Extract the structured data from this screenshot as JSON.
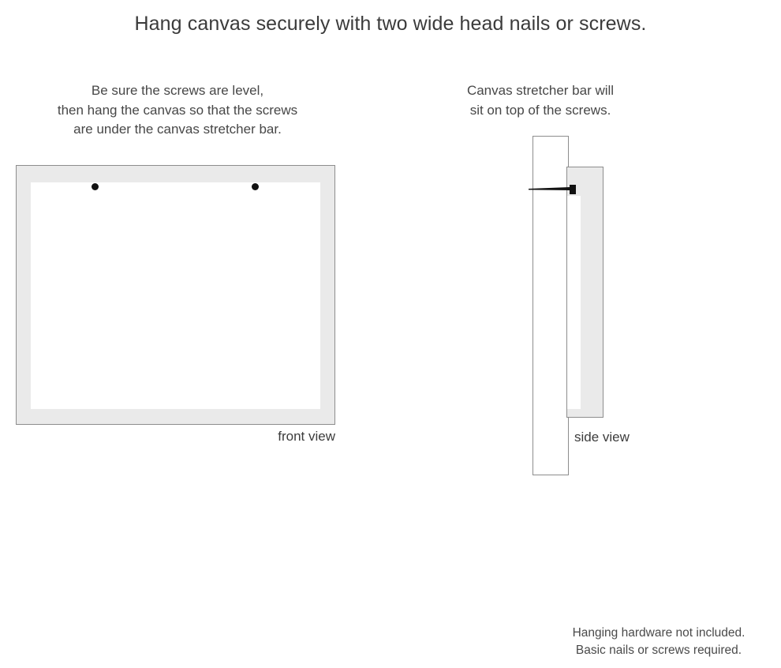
{
  "headline": "Hang canvas securely with two wide head nails or screws.",
  "captions": {
    "left": "Be sure the screws are level,\nthen hang the canvas so that the screws\nare under the canvas stretcher bar.",
    "right": "Canvas stretcher bar will\nsit on top of the screws."
  },
  "front_view": {
    "label": "front view",
    "frame_color": "#eaeaea",
    "canvas_color": "#ffffff",
    "outline_color": "#8d8d8d",
    "screws": [
      {
        "name": "left-screw",
        "color": "#111111"
      },
      {
        "name": "right-screw",
        "color": "#111111"
      }
    ]
  },
  "side_view": {
    "label": "side view",
    "wall_color": "#ffffff",
    "stretcher_bar_color": "#eaeaea",
    "canvas_face_color": "#ffffff",
    "outline_color": "#8d8d8d",
    "nail_color": "#111111"
  },
  "footnote": "Hanging hardware not included.\nBasic nails or screws required."
}
